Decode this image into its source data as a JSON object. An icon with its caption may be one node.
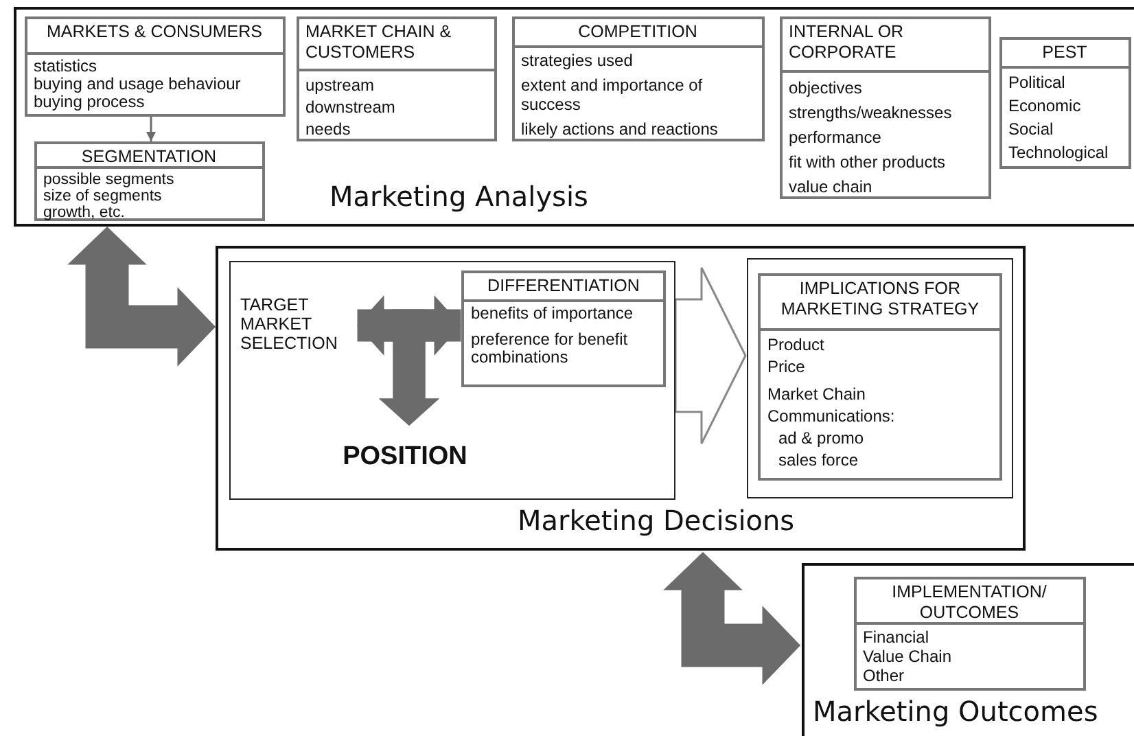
{
  "diagram": {
    "nodes": [
      {
        "text": [
          "Marketing Analysis"
        ]
      },
      {
        "text": [
          "MARKETS & CONSUMERS",
          "statistics",
          "buying and usage behaviour",
          "buying process"
        ],
        "in": 0
      },
      {
        "text": [
          "SEGMENTATION",
          "possible segments",
          "size of segments",
          "growth, etc."
        ],
        "in": 0
      },
      {
        "text": [
          "MARKET CHAIN & CUSTOMERS",
          "upstream",
          "downstream",
          "needs"
        ],
        "in": 0
      },
      {
        "text": [
          "COMPETITION",
          "strategies used",
          "extent and importance of success",
          "likely actions and reactions"
        ],
        "in": 0
      },
      {
        "text": [
          "INTERNAL OR CORPORATE",
          "objectives",
          "strengths/weaknesses",
          "performance",
          "fit with other products",
          "value chain"
        ],
        "in": 0
      },
      {
        "text": [
          "PEST",
          "Political",
          "Economic",
          "Social",
          "Technological"
        ],
        "in": 0
      },
      {
        "text": [
          "Marketing Decisions"
        ]
      },
      {
        "text": [],
        "shape": "box",
        "in": 7
      },
      {
        "text": [
          "TARGET MARKET SELECTION"
        ],
        "in": 8
      },
      {
        "text": [
          "DIFFERENTIATION",
          "benefits of importance",
          "preference for benefit combinations"
        ],
        "in": 8
      },
      {
        "text": [
          "POSITION"
        ],
        "in": 8
      },
      {
        "text": [],
        "shape": "box",
        "in": 7
      },
      {
        "text": [
          "IMPLICATIONS FOR MARKETING STRATEGY",
          "Product",
          "Price",
          "Market Chain",
          "Communications:",
          "ad & promo",
          "sales force"
        ],
        "in": 12
      },
      {
        "text": [
          "Marketing Outcomes"
        ]
      },
      {
        "text": [
          "IMPLEMENTATION/ OUTCOMES",
          "Financial",
          "Value Chain",
          "Other"
        ],
        "in": 14
      }
    ],
    "edges": [
      {
        "from": 1,
        "to": 2,
        "arrow": "to"
      },
      {
        "from": 0,
        "to": 7,
        "arrow": "both",
        "style": "thick"
      },
      {
        "from": 9,
        "to": 10,
        "arrow": "both",
        "style": "thick"
      },
      {
        "from": 9,
        "to": 11,
        "arrow": "to",
        "style": "thick"
      },
      {
        "from": 10,
        "to": 11,
        "arrow": "to",
        "style": "thick"
      },
      {
        "from": 8,
        "to": 12,
        "arrow": "to",
        "style": "thick",
        "color": "#ffffff"
      },
      {
        "from": 7,
        "to": 14,
        "arrow": "both",
        "style": "thick"
      }
    ]
  }
}
